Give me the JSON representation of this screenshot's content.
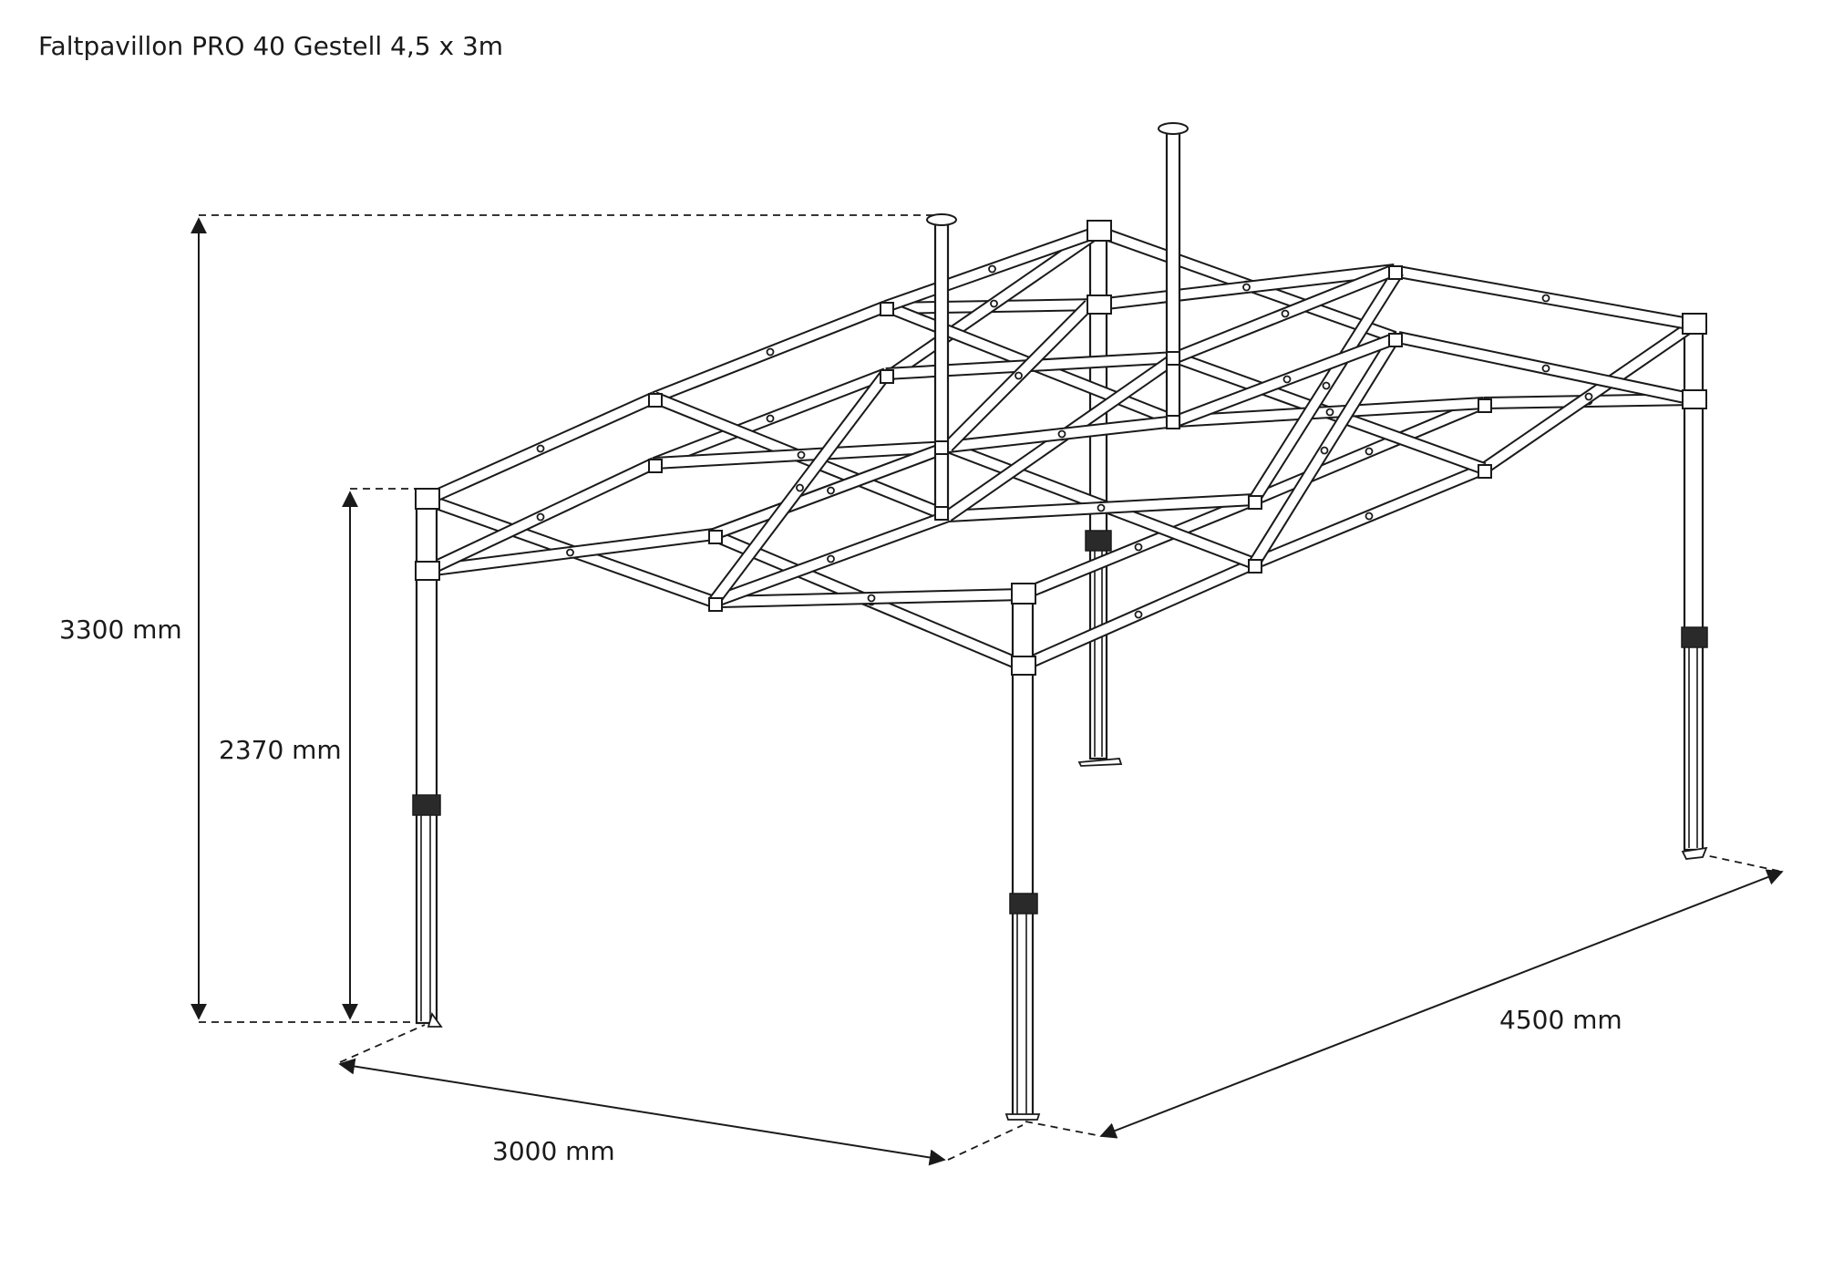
{
  "title": "Faltpavillon PRO 40 Gestell 4,5 x 3m",
  "dimensions": {
    "total_height": "3300 mm",
    "side_height": "2370 mm",
    "width": "3000 mm",
    "length": "4500 mm"
  },
  "colors": {
    "line": "#1a1a1a",
    "clamp": "#2a2a2a",
    "background": "#ffffff"
  }
}
